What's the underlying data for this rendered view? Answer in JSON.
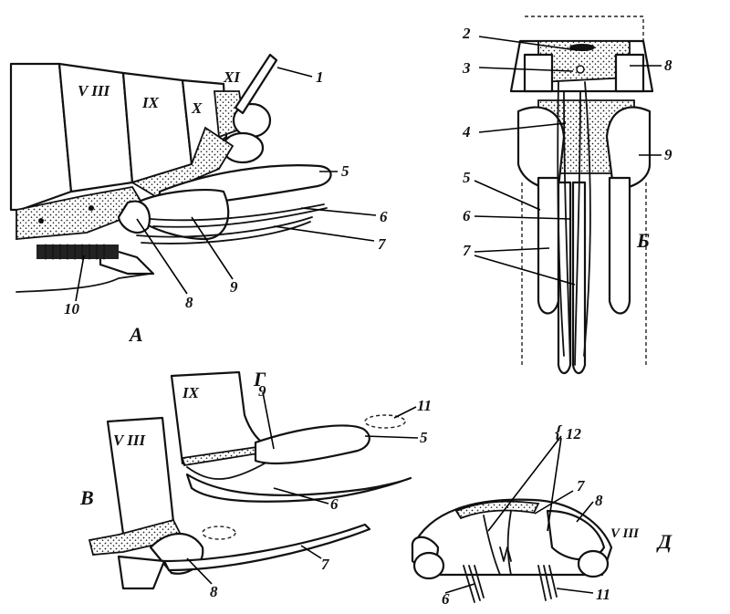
{
  "panels": {
    "a": "А",
    "b": "Б",
    "v": "В",
    "g": "Г",
    "d": "Д"
  },
  "segments": {
    "viii_a": "V III",
    "ix_a": "IX",
    "x_a": "X",
    "xi_a": "XI",
    "ix_g": "IX",
    "viii_v": "V III",
    "viii_d": "V III"
  },
  "labels": {
    "a_1": "1",
    "a_5": "5",
    "a_6": "6",
    "a_7": "7",
    "a_8": "8",
    "a_9": "9",
    "a_10": "10",
    "b_2": "2",
    "b_3": "3",
    "b_4": "4",
    "b_5": "5",
    "b_6": "6",
    "b_7": "7",
    "b_8": "8",
    "b_9": "9",
    "g_9": "9",
    "g_11": "11",
    "g_5": "5",
    "g_6": "6",
    "v_7": "7",
    "v_8": "8",
    "d_12": "12",
    "d_7": "7",
    "d_8": "8",
    "d_6": "6",
    "d_11": "11"
  }
}
